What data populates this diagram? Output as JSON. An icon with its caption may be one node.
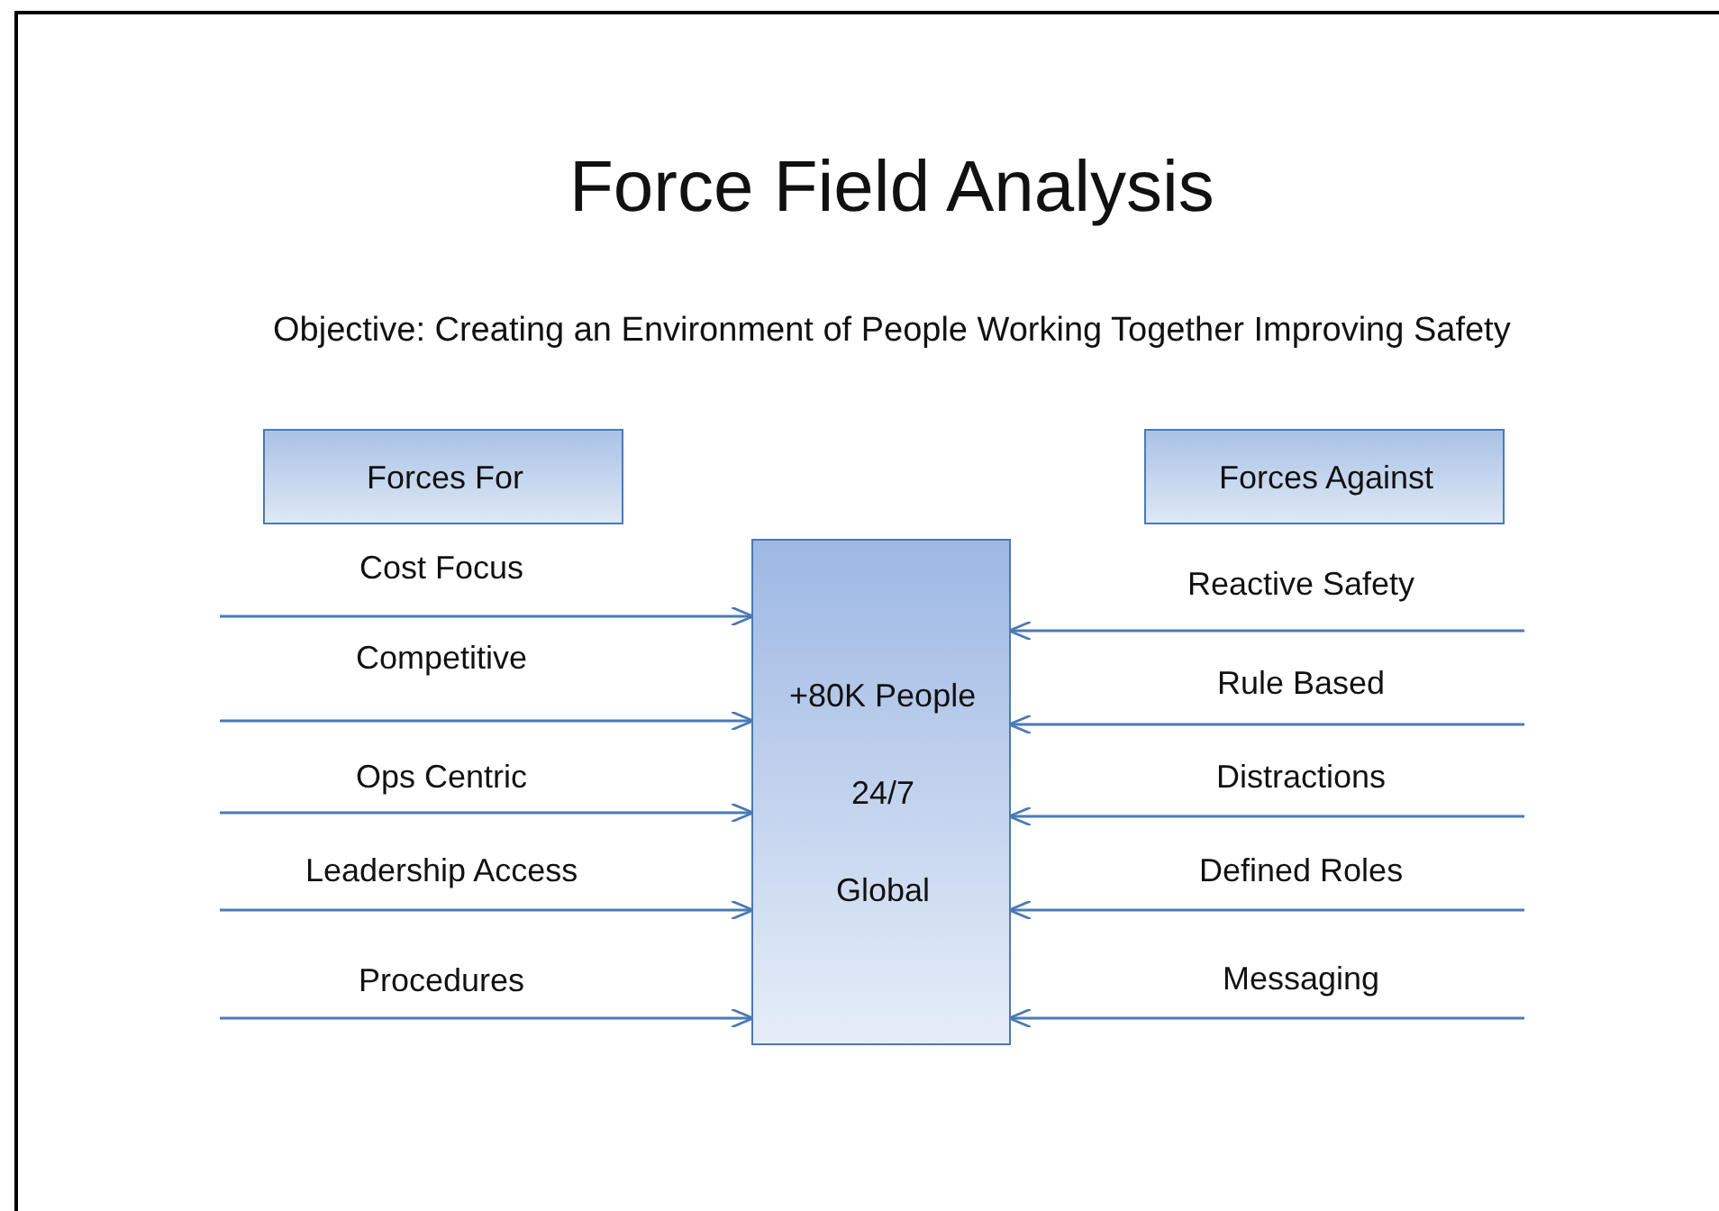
{
  "diagram": {
    "title": "Force Field Analysis",
    "nodes": [
      {
        "text": [
          "Forces For"
        ]
      },
      {
        "text": [
          "Forces Against"
        ]
      },
      {
        "text": [
          "+80K People",
          "24/7",
          "Global"
        ]
      }
    ],
    "edges": [
      {
        "from": null,
        "to": 2,
        "arrow": "to",
        "label": "Cost Focus"
      },
      {
        "from": null,
        "to": 2,
        "arrow": "to",
        "label": "Competitive"
      },
      {
        "from": null,
        "to": 2,
        "arrow": "to",
        "label": "Ops Centric"
      },
      {
        "from": null,
        "to": 2,
        "arrow": "to",
        "label": "Leadership Access"
      },
      {
        "from": null,
        "to": 2,
        "arrow": "to",
        "label": "Procedures"
      },
      {
        "from": null,
        "to": 2,
        "arrow": "to",
        "label": "Reactive Safety"
      },
      {
        "from": null,
        "to": 2,
        "arrow": "to",
        "label": "Rule Based"
      },
      {
        "from": null,
        "to": 2,
        "arrow": "to",
        "label": "Distractions"
      },
      {
        "from": null,
        "to": 2,
        "arrow": "to",
        "label": "Defined Roles"
      },
      {
        "from": null,
        "to": 2,
        "arrow": "to",
        "label": "Messaging"
      }
    ],
    "labels": [
      "Objective:  Creating an Environment of People Working Together Improving Safety"
    ]
  }
}
